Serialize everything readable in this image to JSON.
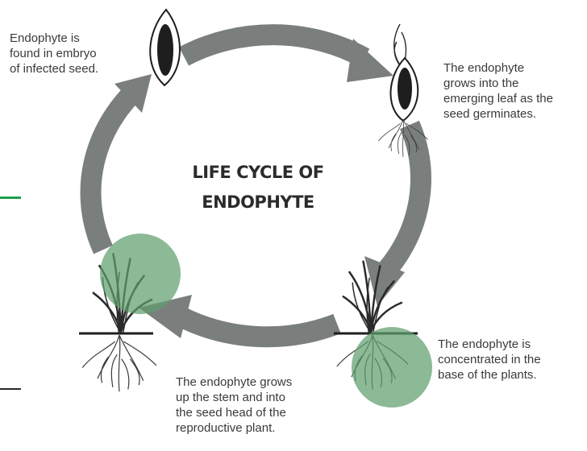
{
  "title": {
    "line1": "LIFE CYCLE OF",
    "line2": "ENDOPHYTE"
  },
  "stages": [
    {
      "text": "Endophyte is\nfound in embryo\nof infected seed."
    },
    {
      "text": "The endophyte\ngrows into the\nemerging leaf as the\nseed germinates."
    },
    {
      "text": "The endophyte is\nconcentrated in the\nbase of the plants."
    },
    {
      "text": "The endophyte grows\nup the stem and into\nthe seed head of the\nreproductive plant."
    }
  ],
  "colors": {
    "cycle_arrow": "#7a7f7d",
    "endophyte_highlight": "#5f9e6e",
    "accent_green": "#1aa14a",
    "accent_dark": "#2a2a2a",
    "text": "#3a3a3a"
  }
}
